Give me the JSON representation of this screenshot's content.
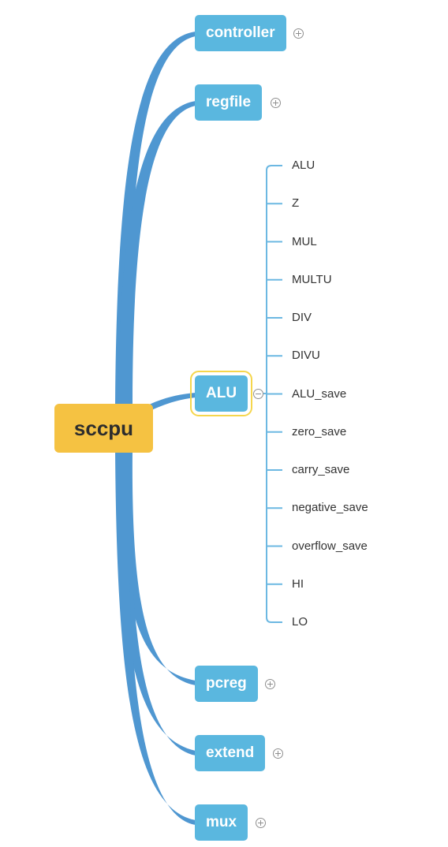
{
  "root": {
    "label": "sccpu",
    "color": "#f5c242"
  },
  "topics": [
    {
      "id": "controller",
      "label": "controller",
      "collapsed": true
    },
    {
      "id": "regfile",
      "label": "regfile",
      "collapsed": true
    },
    {
      "id": "alu",
      "label": "ALU",
      "collapsed": false,
      "selected": true
    },
    {
      "id": "pcreg",
      "label": "pcreg",
      "collapsed": true
    },
    {
      "id": "extend",
      "label": "extend",
      "collapsed": true
    },
    {
      "id": "mux",
      "label": "mux",
      "collapsed": true
    }
  ],
  "alu_children": [
    "ALU",
    "Z",
    "MUL",
    "MULTU",
    "DIV",
    "DIVU",
    "ALU_save",
    "zero_save",
    "carry_save",
    "negative_save",
    "overflow_save",
    "HI",
    "LO"
  ],
  "colors": {
    "branch": "#4f97d1",
    "topic": "#5ab7df",
    "selection": "#f5d64c",
    "sub_branch": "#6cb8e2"
  }
}
